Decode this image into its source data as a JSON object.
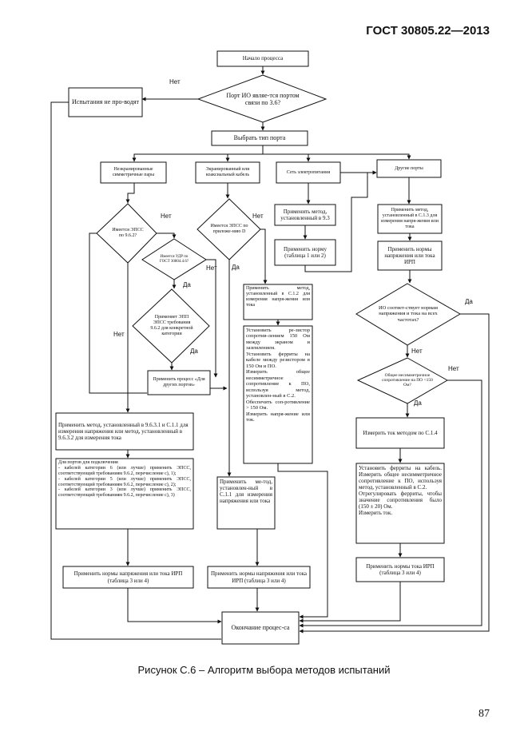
{
  "header": {
    "standard": "ГОСТ 30805.22—2013"
  },
  "page_number": "87",
  "caption": "Рисунок С.6 – Алгоритм выбора методов испытаний",
  "labels": {
    "no": "Нет",
    "yes": "Да"
  },
  "flow": {
    "start": "Начало процесса",
    "port_q": "Порт ИО являе-тся портом связи по 3.6?",
    "not_tested": "Испытания не про-водят",
    "choose_port": "Выбрать тип порта",
    "type_unshielded": "Неэкранированные симметричные пары",
    "type_shielded": "Экранированный или коаксиальный кабель",
    "type_power": "Сеть электропитания",
    "type_other": "Другие порты",
    "q_aan_962": "Имеется ЭПСС по 9.6.2?",
    "q_udr": "Имеется УДР по ГОСТ 30804.4.6?",
    "q_aan_req": "Применяет ЭПП ЭПСС требования 9.6.2 для конкретной категории",
    "apply_other_process": "Применить процесс «Для других портов»",
    "q_aan_d": "Имеется ЭПСС по приложе-нию D",
    "apply_method_power": "Применить метод, установленный в 9.3",
    "apply_norm_power": "Применить норму (таблица 1 или 2)",
    "apply_method_c13": "Применить метод, установленный в С.1.3 для измерения напря-жения или тока",
    "apply_norm_ipr": "Применить нормы напряжения или тока ИРП",
    "apply_c12": "Применить метод, установленный в С.1.2 для измерения напря-жения или тока",
    "resistor_block": "Установить ре-зистор сопротив-лением 150 Ом между экраном и заземлением.\nУстановить ферриты на кабеле между резистором в 150 Ом и ПО.\nИзмерить общее несимметричное сопротивление к ПО, используя метод, установлен-ный в С.2.\nОбеспечить соп-ротивление > 150 Ом.\nИзмерить напря-жение или ток.",
    "q_match_freq": "ИО соответ-ствует нормам напряжения и тока на всех частотах?",
    "q_impedance": "Общее несимметричное сопротивление на ПО <150 Ом?",
    "measure_current_c14": "Измерить ток методом по С.1.4",
    "ferrite_block": "Установить ферриты на кабель. Измерить общее несимметричное сопротивление к ПО, используя метод, установленный в С.2.\nОтрегулировать ферриты, чтобы значение сопротивления было (150 ± 20) Ом.\nИзмерить ток.",
    "apply_norm_current": "Применить нормы тока ИРП (таблица 3 или 4)",
    "apply_method_main": "Применить метод, установленный в 9.6.3.1 и С.1.1 для измерения напряжения или метод, установленный в 9.6.3.2 для измерения тока",
    "category_block": "Для портов для подключения\n- кабелей категории 6 (или лучше) применить ЭПСС, соответствующий требованиям 9.6.2, перечисление с), 1);\n- кабелей категории 5 (или лучше) применить ЭПСС, соответствующий требованиям 9.6.2, перечисление с), 2);\n- кабелей категории 3 (или лучше) применить ЭПСС, соответствующий требованиям 9.6.2, перечисление с), 3)",
    "apply_c11": "Применить ме-тод, установлен-ный в С.1.1 для измерения напряжения или тока",
    "norms_left": "Применить нормы напряжения или тока ИРП (таблица 3 или 4)",
    "norms_mid": "Применить нормы напряжения или тока ИРП (таблица 3 или 4)",
    "end": "Окончание процес-са"
  }
}
